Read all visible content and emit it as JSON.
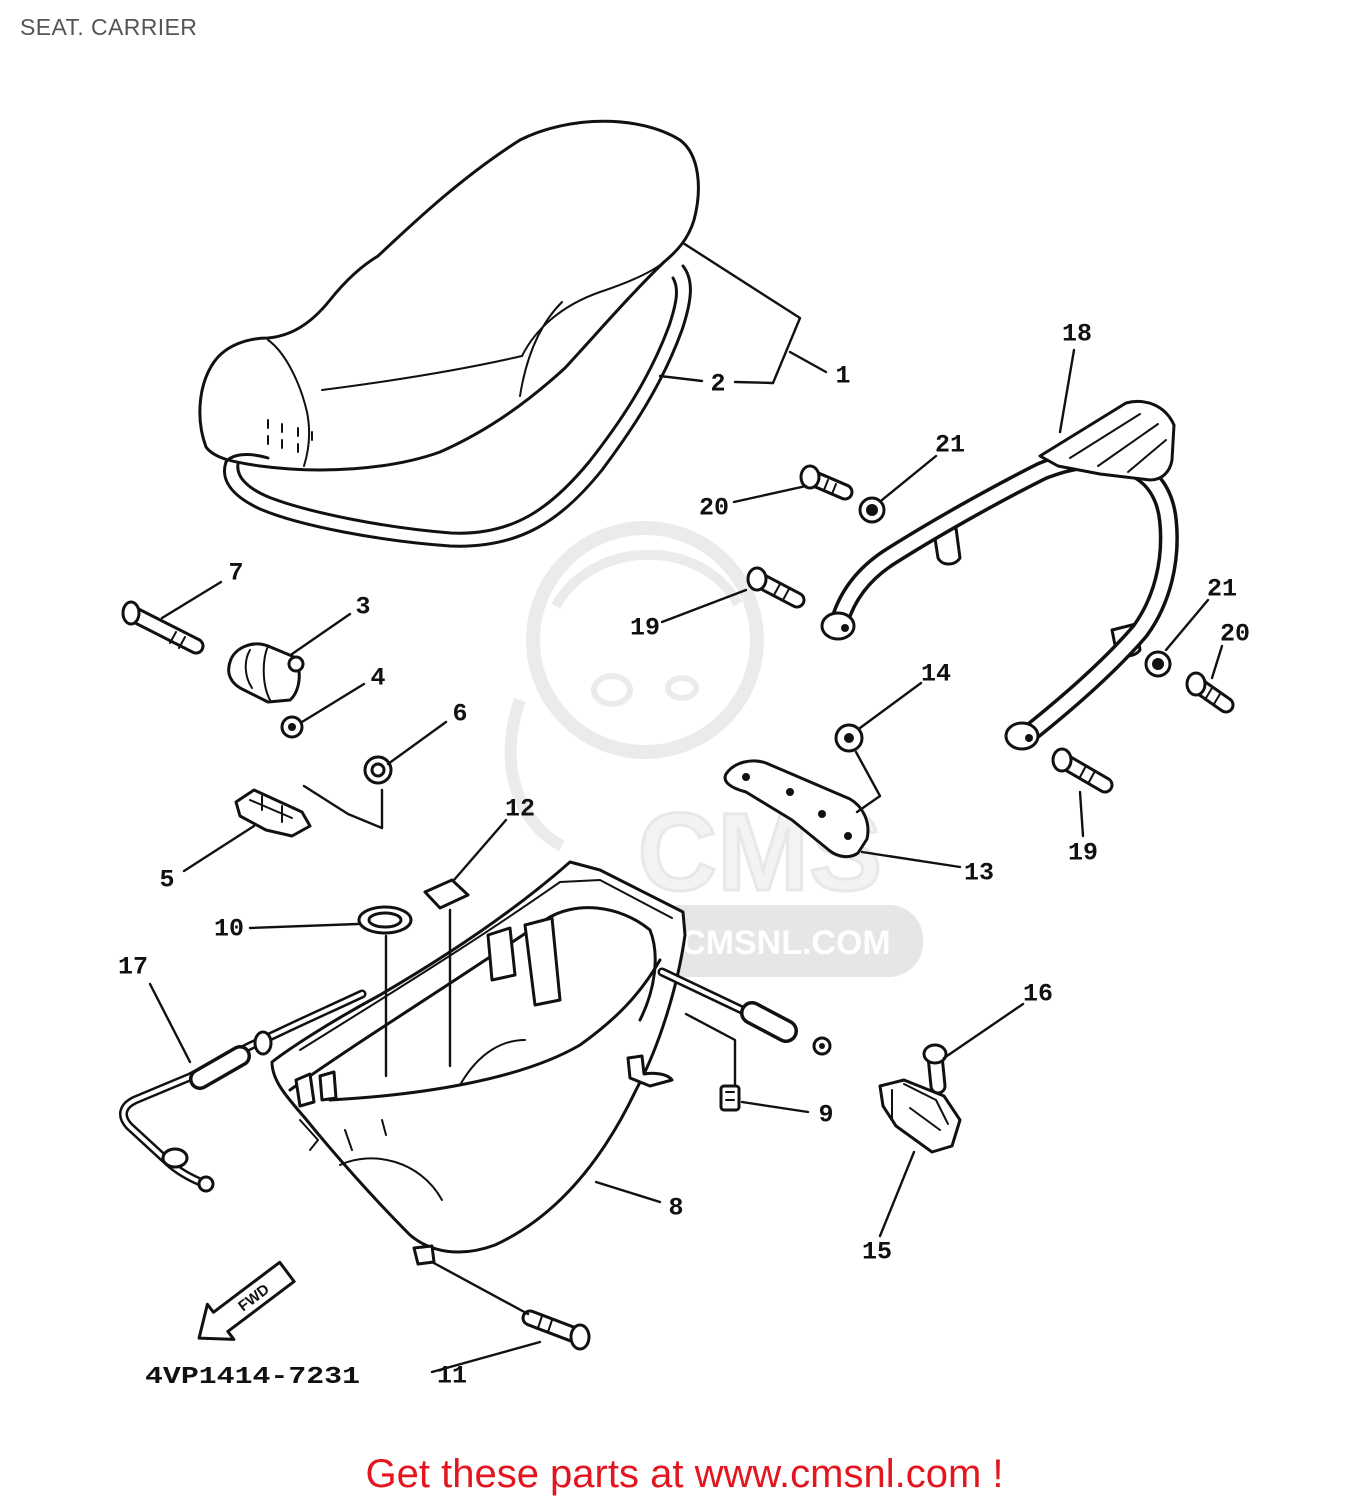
{
  "title": "SEAT. CARRIER",
  "part_number_code": "4VP1414-7231",
  "fwd_label": "FWD",
  "footer_text": "Get these parts at www.cmsnl.com !",
  "watermark": {
    "logo_text": "CMS",
    "url_text": "WWW.CMSNL.COM"
  },
  "colors": {
    "title": "#555555",
    "footer": "#e3161f",
    "line_art": "#111111",
    "watermark": "#d9d9d9"
  },
  "callouts": [
    "1",
    "2",
    "3",
    "4",
    "5",
    "6",
    "7",
    "8",
    "9",
    "10",
    "11",
    "12",
    "13",
    "14",
    "15",
    "16",
    "17",
    "18",
    "19",
    "19",
    "20",
    "20",
    "21",
    "21"
  ]
}
